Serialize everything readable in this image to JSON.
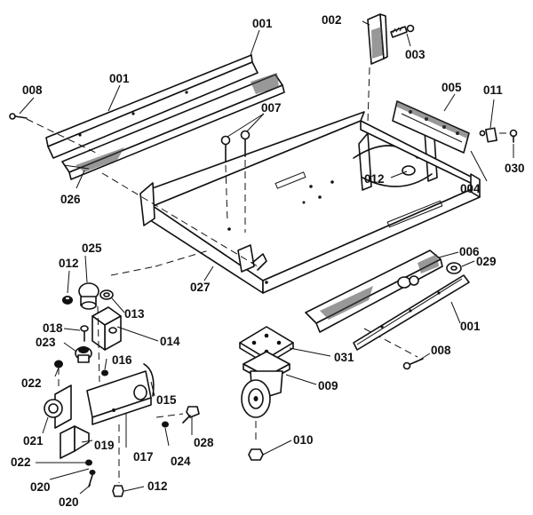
{
  "callouts": {
    "c001a": "001",
    "c001b": "001",
    "c001c": "001",
    "c002": "002",
    "c003": "003",
    "c004": "004",
    "c005": "005",
    "c006": "006",
    "c007": "007",
    "c008a": "008",
    "c008b": "008",
    "c009": "009",
    "c010": "010",
    "c011": "011",
    "c012a": "012",
    "c012b": "012",
    "c012c": "012",
    "c013": "013",
    "c014": "014",
    "c015": "015",
    "c016": "016",
    "c017": "017",
    "c018": "018",
    "c019": "019",
    "c020a": "020",
    "c020b": "020",
    "c021": "021",
    "c022a": "022",
    "c022b": "022",
    "c023": "023",
    "c024": "024",
    "c025": "025",
    "c026": "026",
    "c027": "027",
    "c028": "028",
    "c029": "029",
    "c030": "030",
    "c031": "031"
  }
}
